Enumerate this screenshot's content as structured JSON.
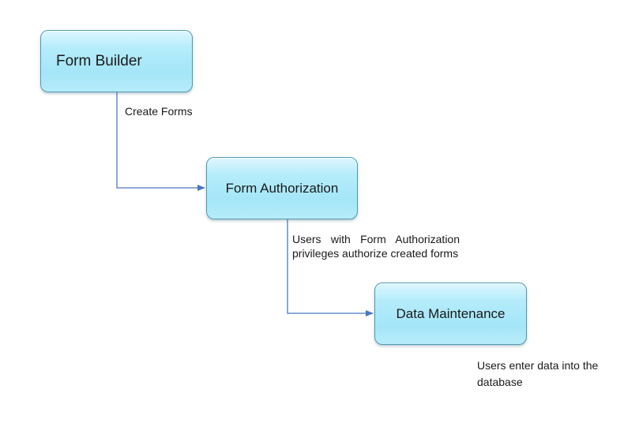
{
  "colors": {
    "node_fill": "#a4e6f8",
    "node_border": "#4f9bb0",
    "connector": "#4a78c2"
  },
  "nodes": {
    "form_builder": "Form Builder",
    "form_authorization": "Form Authorization",
    "data_maintenance": "Data Maintenance"
  },
  "edges": {
    "create_forms": "Create Forms",
    "authorize_created_forms": "Users with Form Authorization privileges authorize created forms"
  },
  "notes": {
    "enter_data": "Users enter data into the database"
  }
}
